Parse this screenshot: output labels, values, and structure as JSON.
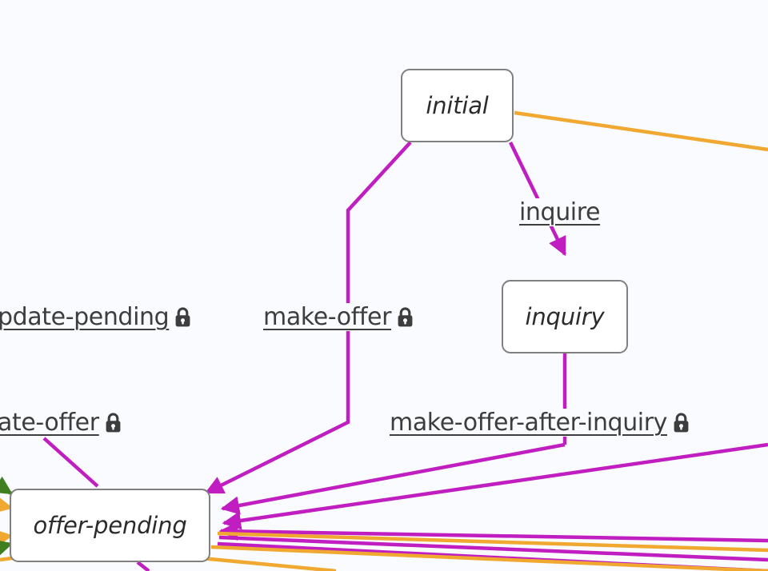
{
  "diagram": {
    "type": "state-machine",
    "background_color": "#fafbfe",
    "node_border_color": "#808080",
    "node_fill_color": "#ffffff",
    "edge_colors": {
      "transition": "#c01ec0",
      "secondary": "#f0a830",
      "tertiary": "#3f7f1f"
    }
  },
  "nodes": [
    {
      "id": "initial",
      "label": "initial"
    },
    {
      "id": "inquiry",
      "label": "inquiry"
    },
    {
      "id": "offer-pending",
      "label": "offer-pending"
    }
  ],
  "edge_labels": [
    {
      "id": "inquire",
      "text": "inquire",
      "locked": false
    },
    {
      "id": "make-offer",
      "text": "make-offer",
      "locked": true
    },
    {
      "id": "update-pending",
      "text": "pdate-pending",
      "locked": true
    },
    {
      "id": "update-offer",
      "text": "ate-offer",
      "locked": true
    },
    {
      "id": "make-offer-after-inquiry",
      "text": "make-offer-after-inquiry",
      "locked": true
    }
  ],
  "icons": {
    "lock": "lock-icon"
  }
}
